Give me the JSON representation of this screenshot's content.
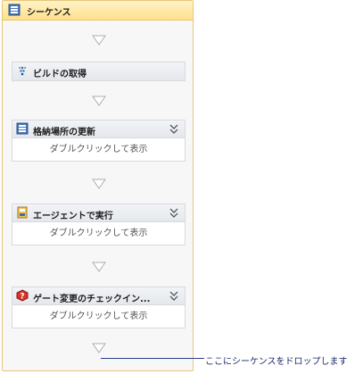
{
  "sequence": {
    "title": "シーケンス",
    "icon": "sequence-icon"
  },
  "activities": [
    {
      "label": "ビルドの取得",
      "icon": "get-build-icon",
      "expandable": false
    },
    {
      "label": "格納場所の更新",
      "icon": "update-drop-location-icon",
      "expandable": true,
      "body": "ダブルクリックして表示"
    },
    {
      "label": "エージェントで実行",
      "icon": "run-on-agent-icon",
      "expandable": true,
      "body": "ダブルクリックして表示"
    },
    {
      "label": "ゲート変更のチェックイン...",
      "icon": "gated-checkin-icon",
      "expandable": true,
      "body": "ダブルクリックして表示"
    }
  ],
  "drop_hint": "ここにシーケンスをドロップします"
}
